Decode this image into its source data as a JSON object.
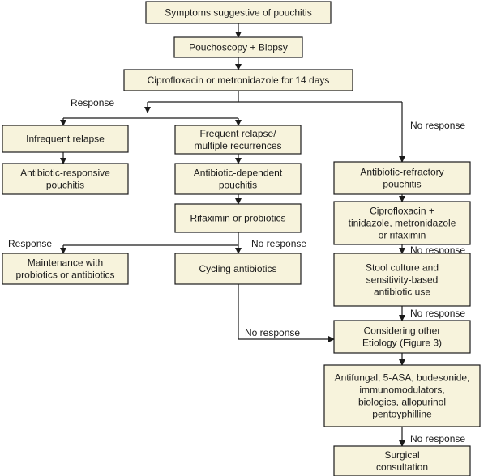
{
  "colors": {
    "box_fill": "#f7f3dc",
    "stroke": "#1a1a1a",
    "text": "#1a1a1a",
    "background": "#ffffff"
  },
  "nodes": {
    "symptoms": [
      "Symptoms suggestive of pouchitis"
    ],
    "pouchoscopy": [
      "Pouchoscopy + Biopsy"
    ],
    "antibiotics14": [
      "Ciprofloxacin or metronidazole for 14 days"
    ],
    "infrequent": [
      "Infrequent relapse"
    ],
    "frequent": [
      "Frequent relapse/",
      "multiple recurrences"
    ],
    "responsive": [
      "Antibiotic-responsive",
      "pouchitis"
    ],
    "dependent": [
      "Antibiotic-dependent",
      "pouchitis"
    ],
    "refractory": [
      "Antibiotic-refractory",
      "pouchitis"
    ],
    "rifaximin": [
      "Rifaximin or probiotics"
    ],
    "cipro_combo": [
      "Ciprofloxacin +",
      "tinidazole, metronidazole",
      "or rifaximin"
    ],
    "maintenance": [
      "Maintenance with",
      "probiotics or antibiotics"
    ],
    "cycling": [
      "Cycling antibiotics"
    ],
    "stool": [
      "Stool culture and",
      "sensitivity-based",
      "antibiotic use"
    ],
    "other_etiology": [
      "Considering other",
      "Etiology (Figure 3)"
    ],
    "antifungal": [
      "Antifungal, 5-ASA, budesonide,",
      "immunomodulators,",
      "biologics, allopurinol",
      "pentoyphilline"
    ],
    "surgical": [
      "Surgical",
      "consultation"
    ]
  },
  "edge_labels": {
    "response_1": "Response",
    "no_response_1": "No response",
    "response_2": "Response",
    "no_response_2": "No response",
    "no_response_combo": "No response",
    "no_response_stool": "No response",
    "no_response_cycling": "No response",
    "no_response_final": "No response"
  }
}
